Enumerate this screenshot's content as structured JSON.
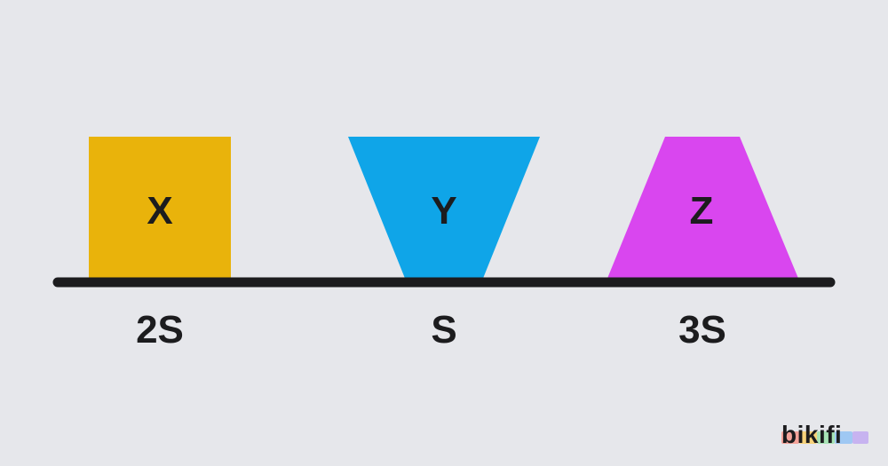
{
  "shapes": [
    {
      "id": "x",
      "letter": "X",
      "area_label": "2S",
      "color": "#e9b30b",
      "form": "square"
    },
    {
      "id": "y",
      "letter": "Y",
      "area_label": "S",
      "color": "#0fa5e8",
      "form": "trapezoid-narrow-base"
    },
    {
      "id": "z",
      "letter": "Z",
      "area_label": "3S",
      "color": "#d946ef",
      "form": "trapezoid-wide-base"
    }
  ],
  "ground": {
    "color": "#1c1c1e"
  },
  "background": "#e6e7eb",
  "logo": {
    "text": "bikifi",
    "bar_colors": [
      "#f4a39a",
      "#f6d27a",
      "#a7e3b5",
      "#9fc8f3",
      "#c7b3f0"
    ]
  }
}
